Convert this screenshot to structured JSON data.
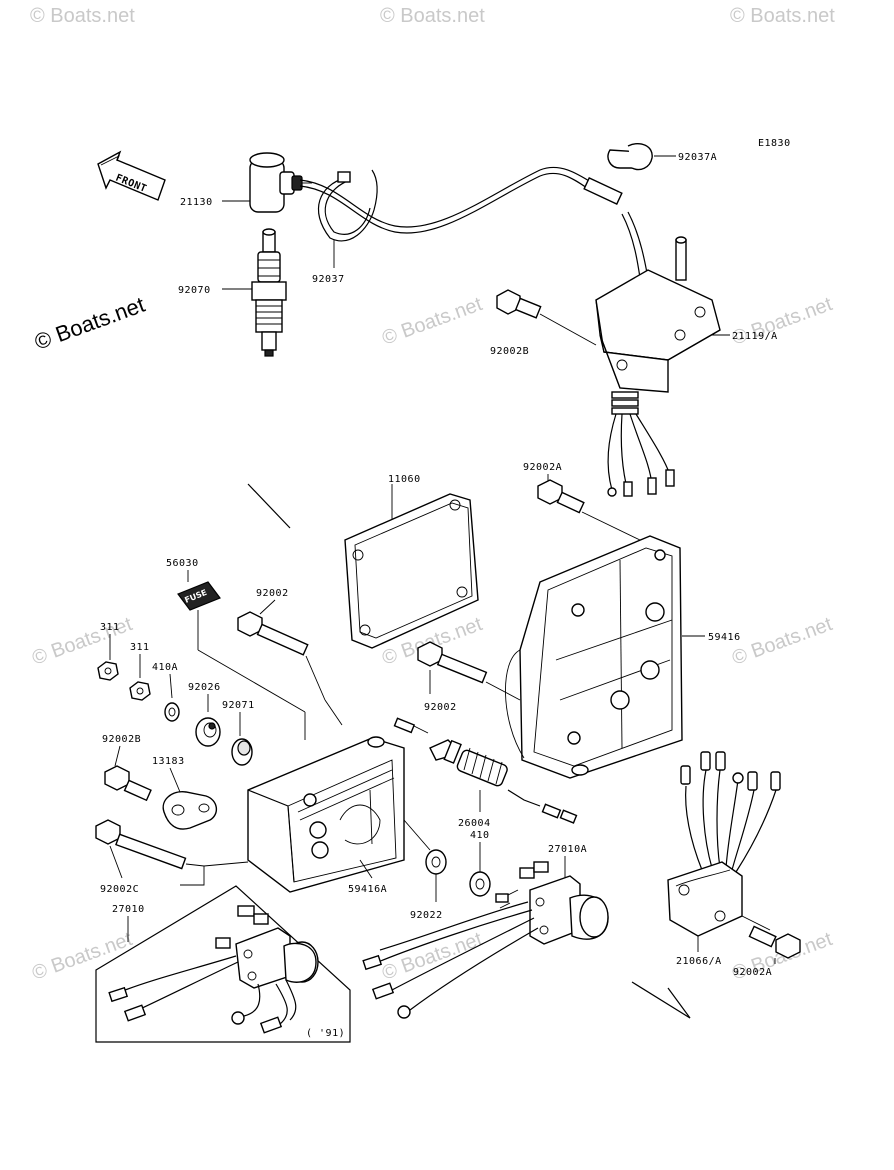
{
  "diagram": {
    "code": "E1830",
    "front_label": "FRONT",
    "fuse_label": "FUSE",
    "year_note": "( '91)",
    "watermark": "© Boats.net",
    "parts": {
      "p_92037A": "92037A",
      "p_21130": "21130",
      "p_92070": "92070",
      "p_92037": "92037",
      "p_92002B_top": "92002B",
      "p_21119A": "21119/A",
      "p_92002A_top": "92002A",
      "p_11060": "11060",
      "p_56030": "56030",
      "p_92002_a": "92002",
      "p_311_a": "311",
      "p_311_b": "311",
      "p_410A": "410A",
      "p_92026": "92026",
      "p_92071": "92071",
      "p_59416": "59416",
      "p_92002_b": "92002",
      "p_92002B_mid": "92002B",
      "p_13183": "13183",
      "p_26004": "26004",
      "p_410": "410",
      "p_27010A": "27010A",
      "p_92002C": "92002C",
      "p_59416A": "59416A",
      "p_92022": "92022",
      "p_27010": "27010",
      "p_21066A": "21066/A",
      "p_92002A_bot": "92002A"
    }
  }
}
